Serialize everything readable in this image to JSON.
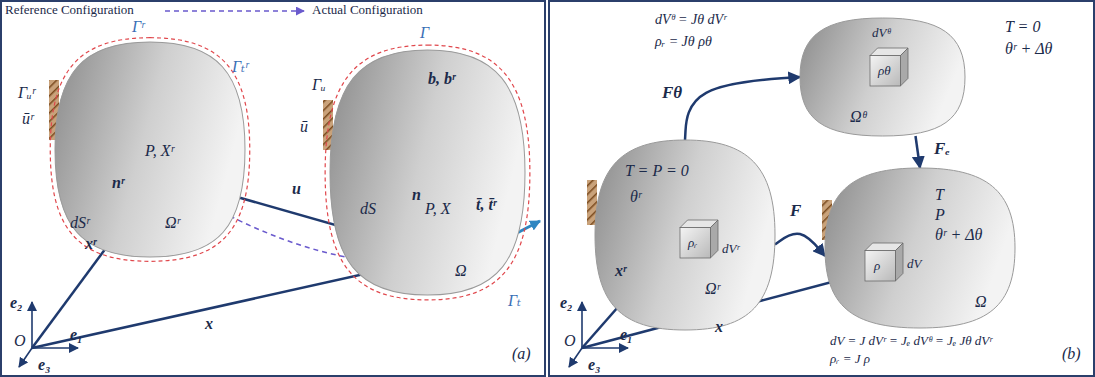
{
  "diagram": {
    "nodes": [
      {
        "text": [
          "P, Xʳ",
          "Ωʳ"
        ]
      },
      {
        "text": [
          "P, X",
          "Ω"
        ]
      },
      {
        "text": [
          "T = P = 0",
          "θʳ",
          "Ωʳ"
        ]
      },
      {
        "text": [
          "ρᵣ",
          "dVʳ"
        ],
        "in": 2
      },
      {
        "text": [
          "T = 0",
          "θʳ + Δθ",
          "Ωᶿ"
        ]
      },
      {
        "text": [
          "ρθ",
          "dVᶿ"
        ],
        "in": 4
      },
      {
        "text": [
          "T",
          "P",
          "θʳ + Δθ",
          "Ω"
        ]
      },
      {
        "text": [
          "ρ",
          "dV"
        ],
        "in": 6
      }
    ],
    "edges": [
      {
        "from": 2,
        "to": 4,
        "label": "Fθ",
        "arrow": "to"
      },
      {
        "from": 4,
        "to": 6,
        "label": "Fₑ",
        "arrow": "to"
      },
      {
        "from": 2,
        "to": 6,
        "label": "F",
        "arrow": "to"
      }
    ],
    "labels": [
      "Reference Configuration",
      "Actual Configuration",
      "Γʳ",
      "Γₜʳ",
      "Γᵤʳ",
      "ūʳ",
      "nʳ",
      "dSʳ",
      "xʳ",
      "u",
      "Γ",
      "Γᵤ",
      "ū",
      "b, bʳ",
      "t̄, t̄ʳ",
      "Γₜ",
      "n",
      "dS",
      "x",
      "O",
      "e₁",
      "e₂",
      "e₃",
      "(a)",
      "dVᶿ = Jθ dVʳ",
      "ρᵣ = Jθ ρθ",
      "xʳ",
      "x",
      "dV = J dVʳ = Jₑ dVᶿ = Jₑ Jθ dVʳ",
      "ρᵣ = J ρ",
      "O",
      "e₁",
      "e₂",
      "e₃",
      "(b)"
    ]
  }
}
